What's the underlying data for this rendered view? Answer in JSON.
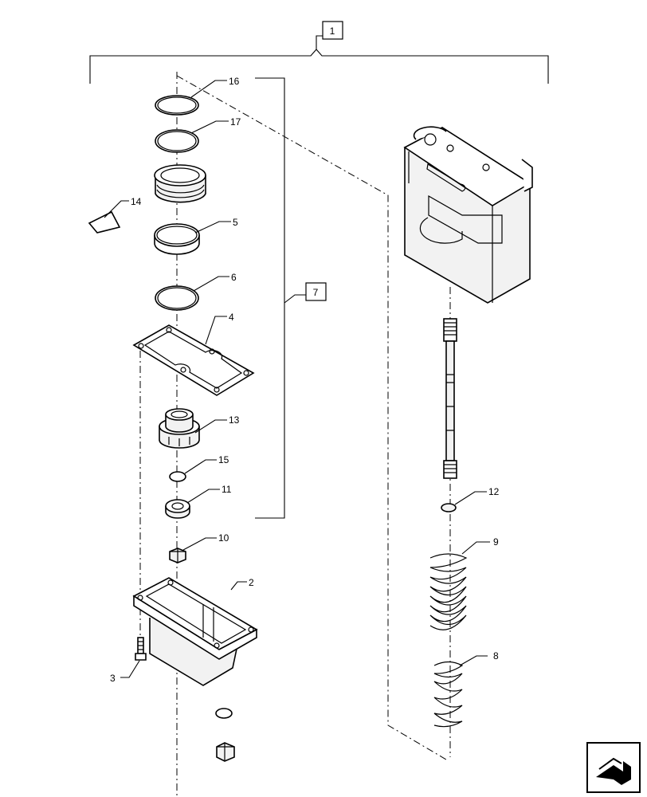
{
  "callouts": {
    "assembly_main": "1",
    "assembly_sub": "7",
    "c16": "16",
    "c17": "17",
    "c14": "14",
    "c5": "5",
    "c6": "6",
    "c4": "4",
    "c13": "13",
    "c15": "15",
    "c11": "11",
    "c10": "10",
    "c2": "2",
    "c3": "3",
    "c12": "12",
    "c9": "9",
    "c8": "8"
  },
  "icons": {
    "next_page": "next-page-arrow-icon"
  }
}
